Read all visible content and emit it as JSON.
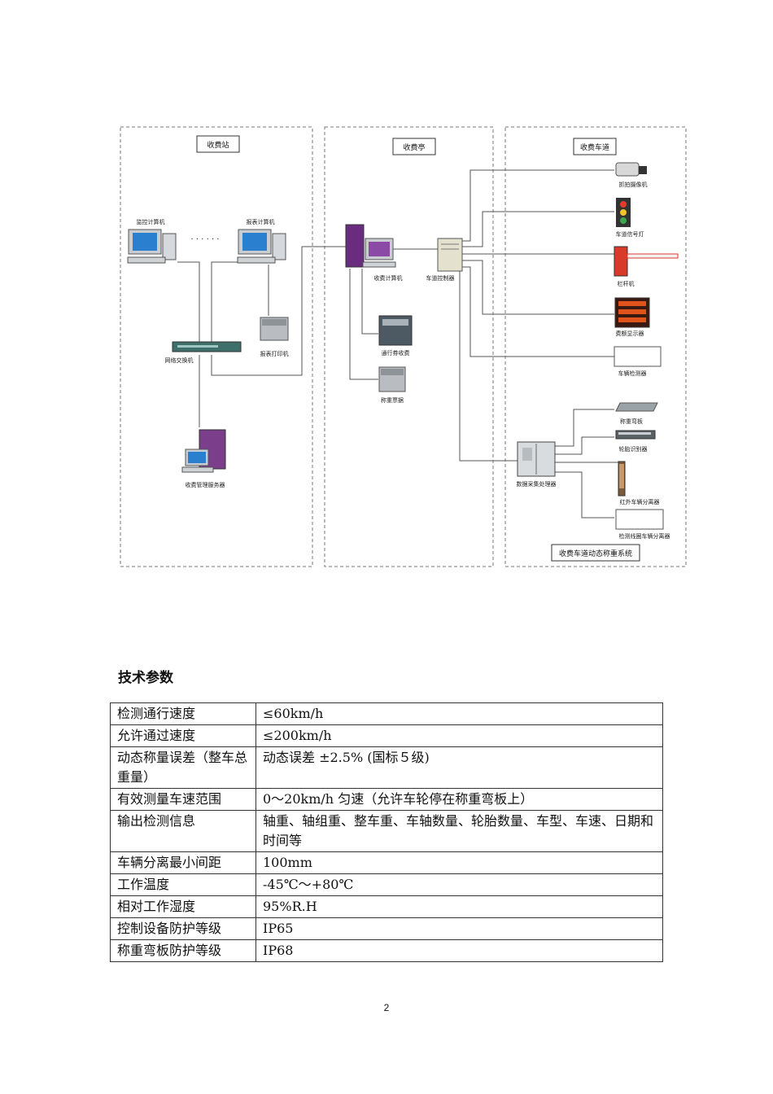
{
  "diagram": {
    "zones": {
      "station": "收费站",
      "booth": "收费亭",
      "lane": "收费车道"
    },
    "devices": {
      "monitor_pc": "监控计算机",
      "report_pc": "报表计算机",
      "report_printer": "报表打印机",
      "switch": "网络交换机",
      "server": "收费管理服务器",
      "toll_pc": "收费计算机",
      "lane_controller": "车道控制器",
      "pass_card": "通行券收费",
      "weigh_ticket": "称重票据",
      "camera": "抓拍摄像机",
      "signal_light": "车道信号灯",
      "barrier": "栏杆机",
      "fee_display": "费额显示器",
      "vehicle_detector": "车辆检测器",
      "weigh_plate": "称重弯板",
      "tire_identifier": "轮胎识别器",
      "data_processor": "数据采集处理器",
      "ir_separator": "红外车辆分离器",
      "loop_separator": "检测线圈车辆分离器",
      "wim_system": "收费车道动态称重系统"
    },
    "dots": "· · · · · ·"
  },
  "section": {
    "title": "技术参数"
  },
  "params": [
    {
      "k": "检测通行速度",
      "v": "≤60km/h"
    },
    {
      "k": "允许通过速度",
      "v": "≤200km/h"
    },
    {
      "k": "动态称量误差（整车总重量）",
      "v": "动态误差 ±2.5% (国标５级)"
    },
    {
      "k": "有效测量车速范围",
      "v": "0～20km/h 匀速（允许车轮停在称重弯板上）"
    },
    {
      "k": "输出检测信息",
      "v": "轴重、轴组重、整车重、车轴数量、轮胎数量、车型、车速、日期和时间等"
    },
    {
      "k": "车辆分离最小间距",
      "v": "100mm"
    },
    {
      "k": "工作温度",
      "v": "-45℃～+80℃"
    },
    {
      "k": "相对工作湿度",
      "v": "95%R.H"
    },
    {
      "k": "控制设备防护等级",
      "v": "IP65"
    },
    {
      "k": "称重弯板防护等级",
      "v": "IP68"
    }
  ],
  "page_number": "2"
}
